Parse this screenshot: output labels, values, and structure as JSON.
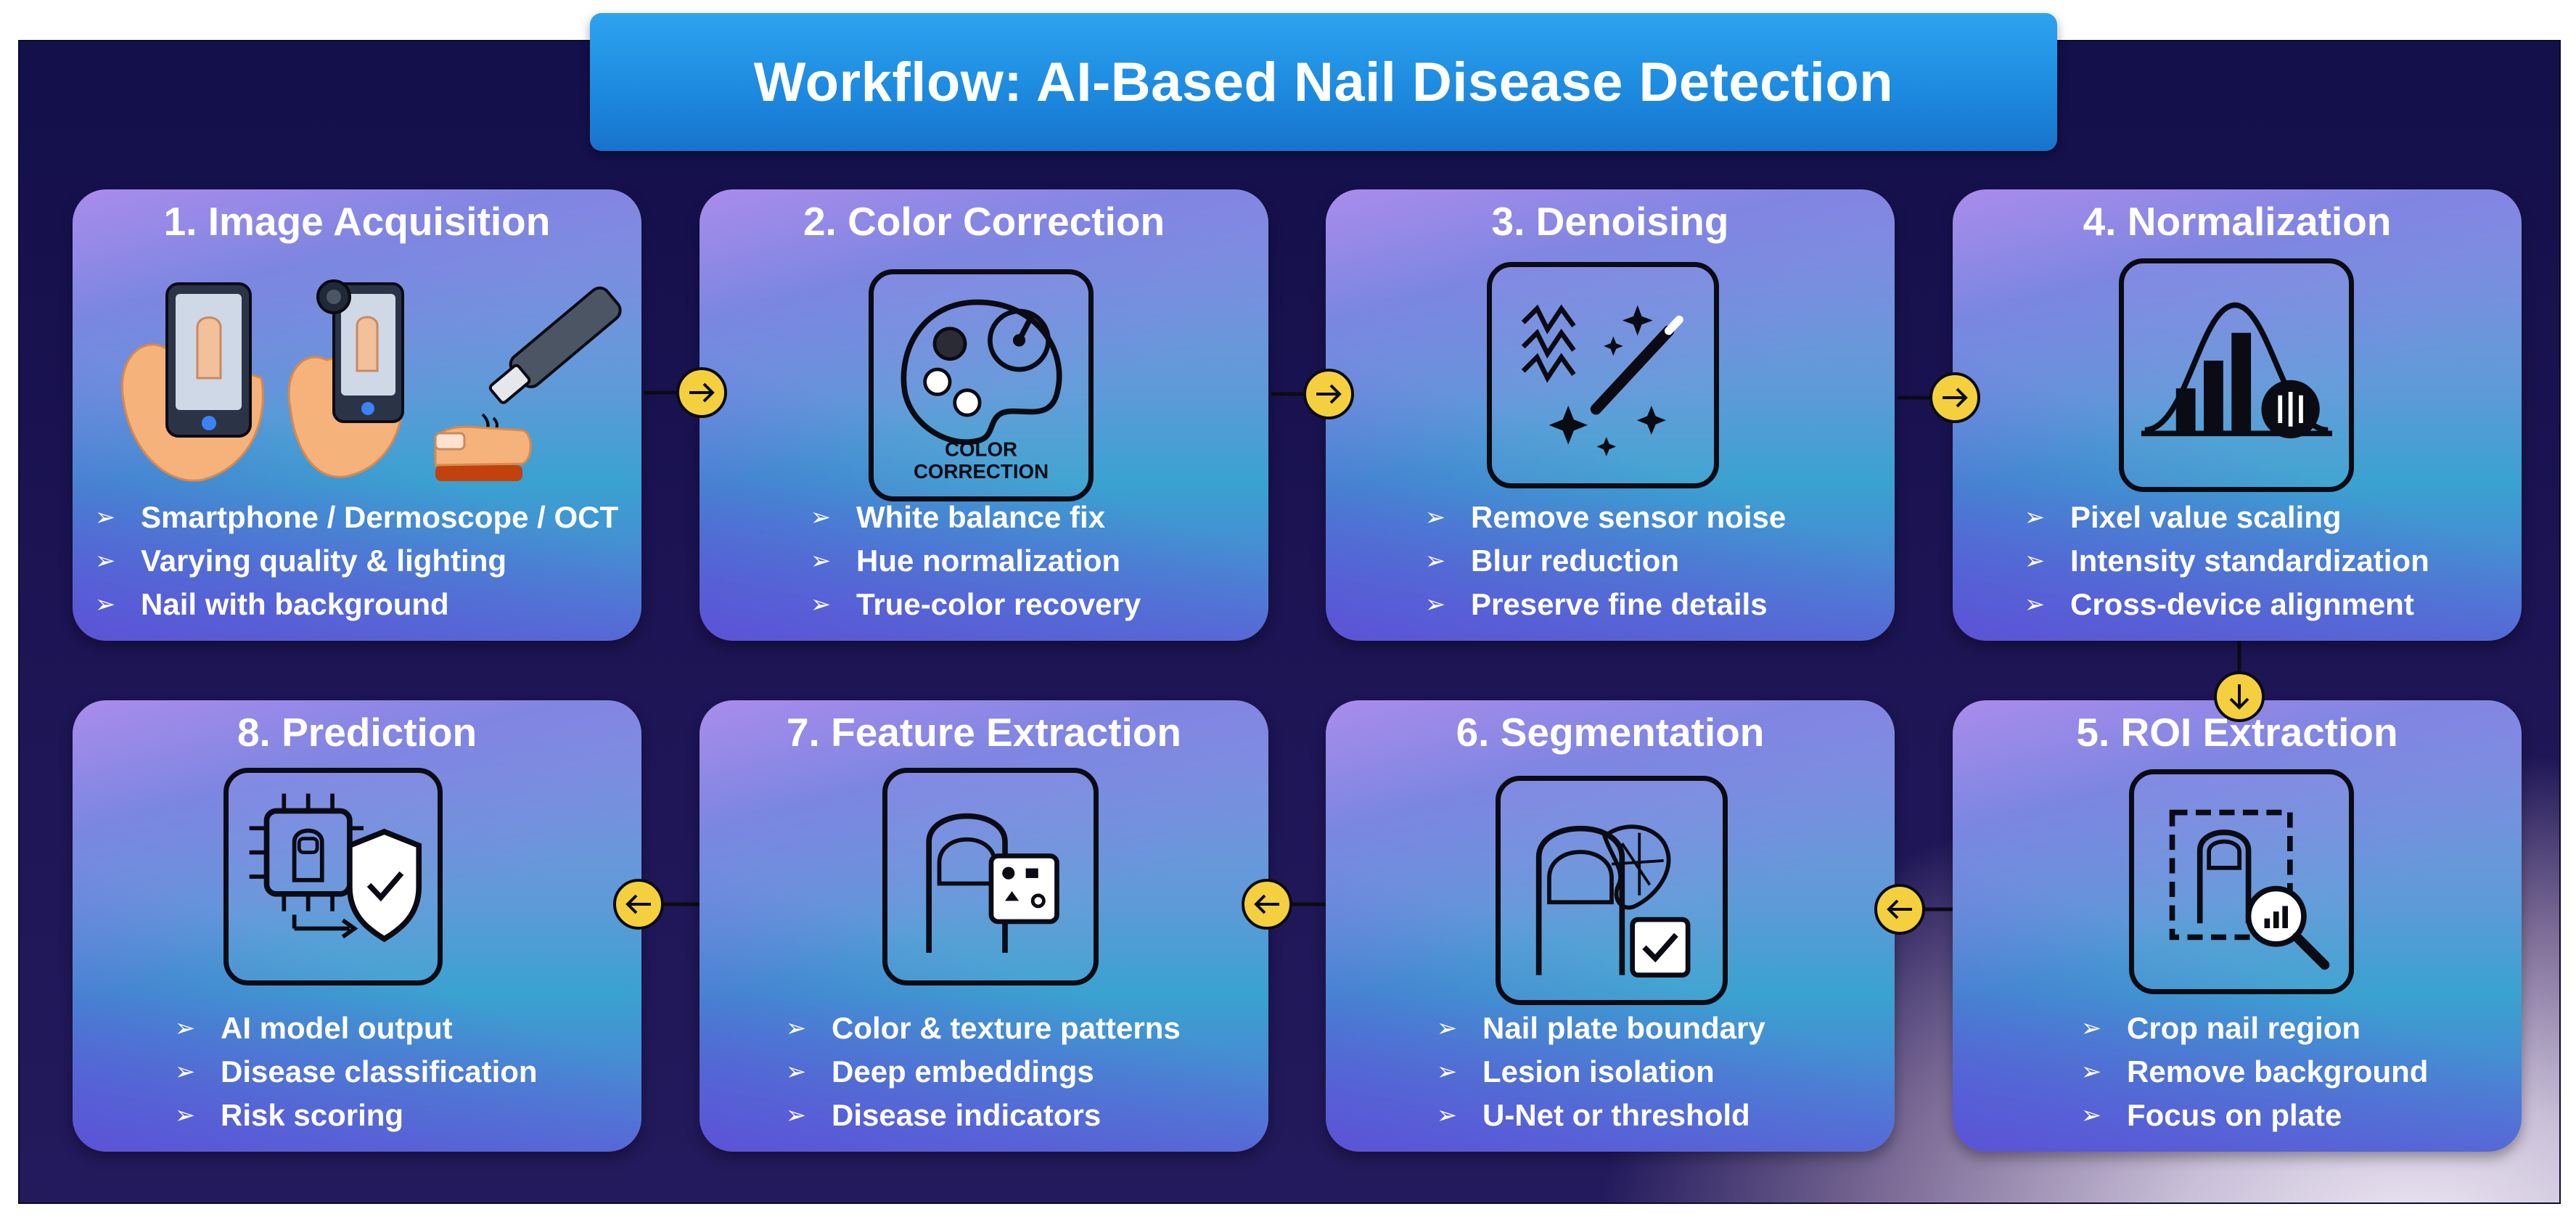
{
  "title": "Workflow: AI-Based Nail Disease Detection",
  "bullet_glyph": "➢",
  "colors": {
    "title_bar": "#1d8be0",
    "background": "#1b1352",
    "connector_dot": "#f4d03f",
    "icon_stroke": "#0b0b14"
  },
  "steps": [
    {
      "title": "1. Image Acquisition",
      "icon": "smartphone-dermoscope-oct-icon",
      "bullets": [
        "Smartphone / Dermoscope / OCT",
        "Varying quality & lighting",
        "Nail with background"
      ]
    },
    {
      "title": "2. Color Correction",
      "icon": "color-palette-icon",
      "icon_text": [
        "COLOR",
        "CORRECTION"
      ],
      "bullets": [
        "White balance fix",
        "Hue normalization",
        "True-color recovery"
      ]
    },
    {
      "title": "3. Denoising",
      "icon": "magic-wand-icon",
      "bullets": [
        "Remove sensor noise",
        "Blur reduction",
        "Preserve fine details"
      ]
    },
    {
      "title": "4. Normalization",
      "icon": "histogram-bell-curve-icon",
      "bullets": [
        "Pixel value scaling",
        "Intensity standardization",
        "Cross-device alignment"
      ]
    },
    {
      "title": "5. ROI Extraction",
      "icon": "roi-magnifier-icon",
      "bullets": [
        "Crop nail region",
        "Remove background",
        "Focus on plate"
      ]
    },
    {
      "title": "6. Segmentation",
      "icon": "nail-segmentation-icon",
      "bullets": [
        "Nail plate boundary",
        "Lesion isolation",
        "U-Net or threshold"
      ]
    },
    {
      "title": "7. Feature Extraction",
      "icon": "nail-features-icon",
      "bullets": [
        "Color & texture patterns",
        "Deep embeddings",
        "Disease indicators"
      ]
    },
    {
      "title": "8. Prediction",
      "icon": "ai-chip-shield-icon",
      "bullets": [
        "AI model output",
        "Disease classification",
        "Risk scoring"
      ]
    }
  ]
}
